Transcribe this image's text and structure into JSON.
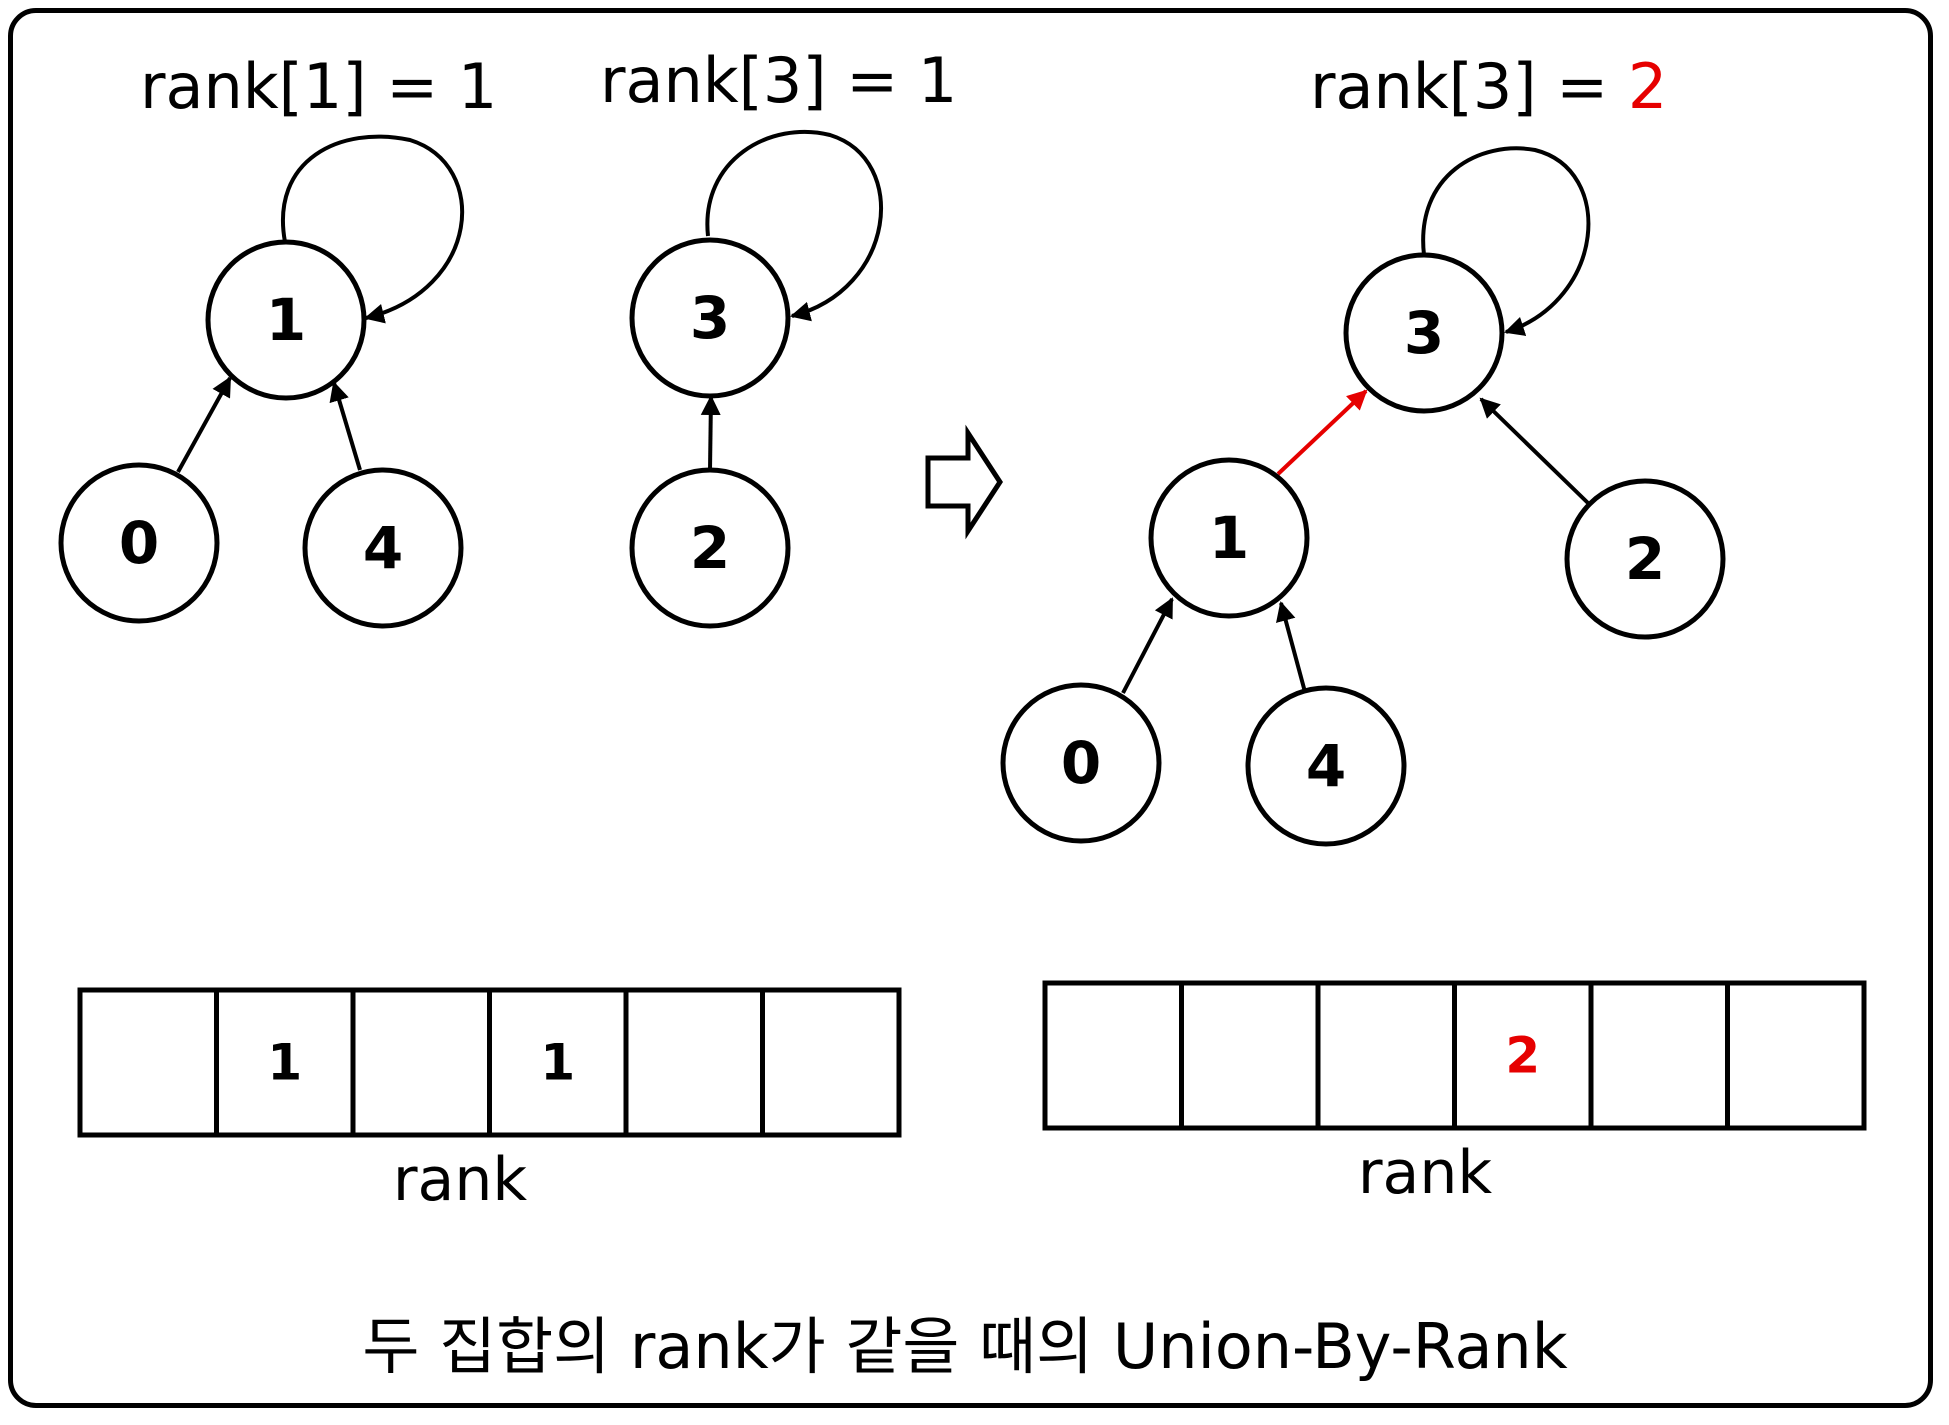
{
  "colors": {
    "highlight": "#e60000",
    "ink": "#000000"
  },
  "before": {
    "rank1_label": {
      "prefix": "rank[1]  =  ",
      "value": "1"
    },
    "rank3_label": {
      "prefix": "rank[3]  =  ",
      "value": "1"
    },
    "nodes": {
      "n1": "1",
      "n3": "3",
      "n0": "0",
      "n4": "4",
      "n2": "2"
    },
    "rank_array": {
      "cells": [
        "",
        "1",
        "",
        "1",
        "",
        ""
      ],
      "caption": "rank"
    }
  },
  "transition_icon": "right-arrow-icon",
  "after": {
    "rank3_label": {
      "prefix": "rank[3]  =  ",
      "value": "2"
    },
    "nodes": {
      "n3": "3",
      "n1": "1",
      "n2": "2",
      "n0": "0",
      "n4": "4"
    },
    "rank_array": {
      "cells": [
        "",
        "",
        "",
        "2",
        "",
        ""
      ],
      "highlight_index": 3,
      "caption": "rank"
    }
  },
  "caption": "두 집합의 rank가 같을 때의 Union-By-Rank"
}
